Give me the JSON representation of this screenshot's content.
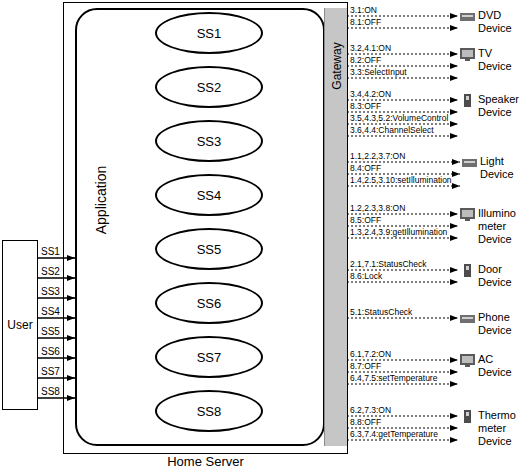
{
  "diagram": {
    "nodes": [
      {
        "text": [
          "User"
        ]
      },
      {
        "text": [
          "Home Server"
        ]
      },
      {
        "text": [
          "Application"
        ],
        "in": 1
      },
      {
        "text": [
          "SS1"
        ],
        "in": 2
      },
      {
        "text": [
          "SS2"
        ],
        "in": 2
      },
      {
        "text": [
          "SS3"
        ],
        "in": 2
      },
      {
        "text": [
          "SS4"
        ],
        "in": 2
      },
      {
        "text": [
          "SS5"
        ],
        "in": 2
      },
      {
        "text": [
          "SS6"
        ],
        "in": 2
      },
      {
        "text": [
          "SS7"
        ],
        "in": 2
      },
      {
        "text": [
          "SS8"
        ],
        "in": 2
      },
      {
        "text": [
          "Gateway"
        ],
        "in": 1
      },
      {
        "text": [
          "DVD Device"
        ]
      },
      {
        "text": [
          "TV Device"
        ]
      },
      {
        "text": [
          "Speaker Device"
        ]
      },
      {
        "text": [
          "Light Device"
        ]
      },
      {
        "text": [
          "Illumino meter Device"
        ]
      },
      {
        "text": [
          "Door Device"
        ]
      },
      {
        "text": [
          "Phone Device"
        ]
      },
      {
        "text": [
          "AC Device"
        ]
      },
      {
        "text": [
          "Thermo meter Device"
        ]
      }
    ],
    "edges": [
      {
        "from": 0,
        "to": 2,
        "arrow": "to",
        "label": "SS1"
      },
      {
        "from": 0,
        "to": 2,
        "arrow": "to",
        "label": "SS2"
      },
      {
        "from": 0,
        "to": 2,
        "arrow": "to",
        "label": "SS3"
      },
      {
        "from": 0,
        "to": 2,
        "arrow": "to",
        "label": "SS4"
      },
      {
        "from": 0,
        "to": 2,
        "arrow": "to",
        "label": "SS5"
      },
      {
        "from": 0,
        "to": 2,
        "arrow": "to",
        "label": "SS6"
      },
      {
        "from": 0,
        "to": 2,
        "arrow": "to",
        "label": "SS7"
      },
      {
        "from": 0,
        "to": 2,
        "arrow": "to",
        "label": "SS8"
      },
      {
        "from": 11,
        "to": 12,
        "arrow": "to",
        "label": "3.1:ON"
      },
      {
        "from": 11,
        "to": 12,
        "arrow": "to",
        "label": "8.1:OFF"
      },
      {
        "from": 11,
        "to": 13,
        "arrow": "to",
        "label": "3.2,4.1:ON"
      },
      {
        "from": 11,
        "to": 13,
        "arrow": "to",
        "label": "8.2:OFF"
      },
      {
        "from": 11,
        "to": 13,
        "arrow": "to",
        "label": "3.3:SelectInput"
      },
      {
        "from": 11,
        "to": 14,
        "arrow": "to",
        "label": "3.4,4.2:ON"
      },
      {
        "from": 11,
        "to": 14,
        "arrow": "to",
        "label": "8.3:OFF"
      },
      {
        "from": 11,
        "to": 14,
        "arrow": "to",
        "label": "3.5,4.3,5.2:VolumeControl"
      },
      {
        "from": 11,
        "to": 14,
        "arrow": "to",
        "label": "3.6,4.4:ChannelSelect"
      },
      {
        "from": 11,
        "to": 15,
        "arrow": "to",
        "label": "1.1,2.2,3.7:ON"
      },
      {
        "from": 11,
        "to": 15,
        "arrow": "to",
        "label": "8.4:OFF"
      },
      {
        "from": 11,
        "to": 15,
        "arrow": "to",
        "label": "1.4,2.5,3.10:setIllumination"
      },
      {
        "from": 11,
        "to": 16,
        "arrow": "to",
        "label": "1.2,2.3,3.8:ON"
      },
      {
        "from": 11,
        "to": 16,
        "arrow": "to",
        "label": "8.5:OFF"
      },
      {
        "from": 11,
        "to": 16,
        "arrow": "to",
        "label": "1.3,2.4,3.9:getIllumination"
      },
      {
        "from": 11,
        "to": 17,
        "arrow": "to",
        "label": "2.1,7.1:StatusCheck"
      },
      {
        "from": 11,
        "to": 17,
        "arrow": "to",
        "label": "8.6:Lock"
      },
      {
        "from": 11,
        "to": 18,
        "arrow": "to",
        "label": "5.1:StatusCheck"
      },
      {
        "from": 11,
        "to": 19,
        "arrow": "to",
        "label": "6.1,7.2:ON"
      },
      {
        "from": 11,
        "to": 19,
        "arrow": "to",
        "label": "8.7:OFF"
      },
      {
        "from": 11,
        "to": 19,
        "arrow": "to",
        "label": "6.4,7.5:setTemperature"
      },
      {
        "from": 11,
        "to": 20,
        "arrow": "to",
        "label": "6.2,7.3:ON"
      },
      {
        "from": 11,
        "to": 20,
        "arrow": "to",
        "label": "8.8:OFF"
      },
      {
        "from": 11,
        "to": 20,
        "arrow": "to",
        "label": "6.3,7.4:getTemperature"
      }
    ]
  }
}
